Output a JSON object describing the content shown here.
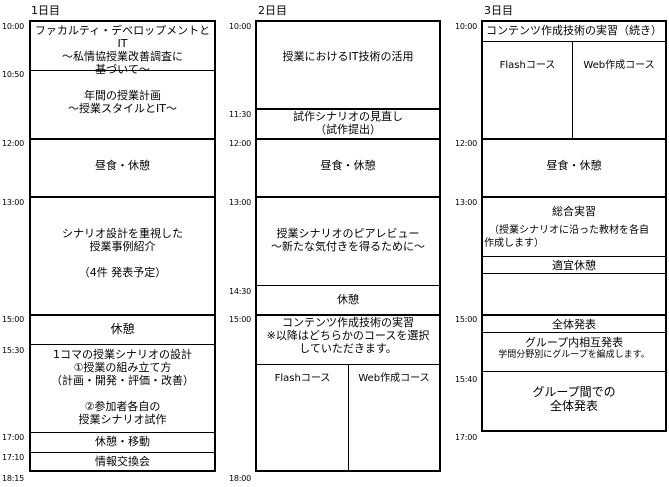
{
  "days": [
    {
      "title": "1日目"
    },
    {
      "title": "2日目"
    },
    {
      "title": "3日目"
    }
  ],
  "day1": {
    "times": {
      "t1000": "10:00",
      "t1050": "10:50",
      "t1200": "12:00",
      "t1300": "13:00",
      "t1500": "15:00",
      "t1530": "15:30",
      "t1700": "17:00",
      "t1710": "17:10",
      "t1815": "18:15"
    },
    "session1": [
      "ファカルティ・デベロップメントとIT",
      "〜私情協授業改善調査に",
      "基づいて〜"
    ],
    "session2": [
      "年間の授業計画",
      "〜授業スタイルとIT〜"
    ],
    "lunch": "昼食・休憩",
    "session3": [
      "シナリオ設計を重視した",
      "授業事例紹介",
      "",
      "（4件 発表予定）"
    ],
    "break": "休憩",
    "session4": [
      "1コマの授業シナリオの設計",
      "①授業の組み立て方",
      "（計画・開発・評価・改善）",
      "",
      "②参加者各自の",
      "授業シナリオ試作"
    ],
    "move": "休憩・移動",
    "exchange": "情報交換会"
  },
  "day2": {
    "times": {
      "t1000": "10:00",
      "t1130": "11:30",
      "t1200": "12:00",
      "t1300": "13:00",
      "t1430": "14:30",
      "t1500": "15:00",
      "t1800": "18:00"
    },
    "session1": "授業におけるIT技術の活用",
    "session2": [
      "試作シナリオの見直し",
      "（試作提出）"
    ],
    "lunch": "昼食・休憩",
    "session3": [
      "授業シナリオのピアレビュー",
      "〜新たな気付きを得るために〜"
    ],
    "break": "休憩",
    "session4": [
      "コンテンツ作成技術の実習",
      "※以降はどちらかのコースを選択",
      "していただきます。"
    ],
    "course_a": "Flashコース",
    "course_b": "Web作成コース"
  },
  "day3": {
    "times": {
      "t1000": "10:00",
      "t1200": "12:00",
      "t1300": "13:00",
      "t1500": "15:00",
      "t1540": "15:40",
      "t1700": "17:00"
    },
    "session1": "コンテンツ作成技術の実習（続き）",
    "course_a": "Flashコース",
    "course_b": "Web作成コース",
    "lunch": "昼食・休憩",
    "session2": [
      "総合実習",
      "",
      "（授業シナリオに沿った教材を各自",
      "作成します）"
    ],
    "free_break": "適宜休憩",
    "presentation": "全体発表",
    "group_title": "グループ内相互発表",
    "group_note": "学問分野別にグループを編成します。",
    "inter_group": [
      "グループ間での",
      "全体発表"
    ]
  }
}
